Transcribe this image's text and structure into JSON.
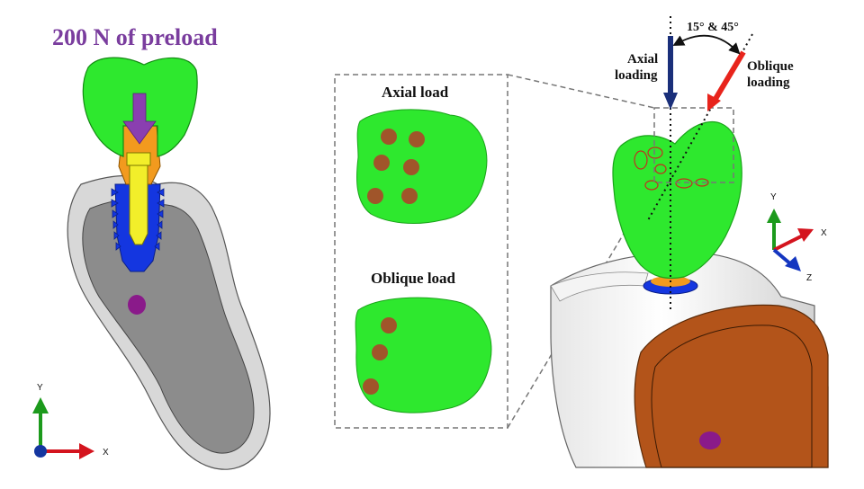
{
  "left_panel": {
    "title": "200 N of preload",
    "triad": {
      "y": "Y",
      "x": "X"
    }
  },
  "inset": {
    "axial_title": "Axial load",
    "oblique_title": "Oblique load"
  },
  "right_panel": {
    "angle_text": "15° & 45°",
    "axial_line1": "Axial",
    "axial_line2": "loading",
    "oblique_line1": "Oblique",
    "oblique_line2": "loading",
    "triad": {
      "y": "Y",
      "x": "X",
      "z": "Z"
    }
  },
  "colors": {
    "crown": "#2ee82e",
    "abutment": "#f29a1e",
    "screw": "#f2ee2a",
    "implant": "#1436e0",
    "bone_cortical": "#d8d8d8",
    "bone_cancellous": "#8c8c8c",
    "marker": "#8a1a8a",
    "load_point": "#a0552a",
    "axial_arrow": "#1a2f7a",
    "oblique_arrow": "#e8241c",
    "preload_arrow": "#8a3fb0",
    "bone_block_face": "#b3541a"
  }
}
